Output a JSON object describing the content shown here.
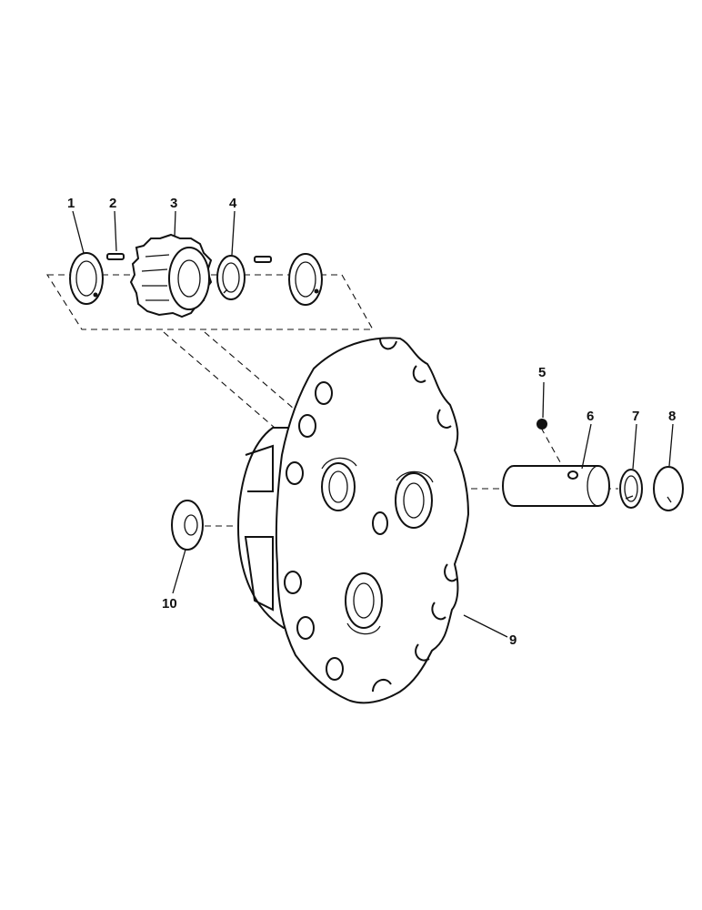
{
  "diagram": {
    "colors": {
      "ink": "#111111",
      "paper": "#ffffff"
    },
    "callouts": [
      {
        "id": "1",
        "text": "1"
      },
      {
        "id": "2",
        "text": "2"
      },
      {
        "id": "3",
        "text": "3"
      },
      {
        "id": "4",
        "text": "4"
      },
      {
        "id": "5",
        "text": "5"
      },
      {
        "id": "6",
        "text": "6"
      },
      {
        "id": "7",
        "text": "7"
      },
      {
        "id": "8",
        "text": "8"
      },
      {
        "id": "9",
        "text": "9"
      },
      {
        "id": "10",
        "text": "10"
      }
    ]
  }
}
